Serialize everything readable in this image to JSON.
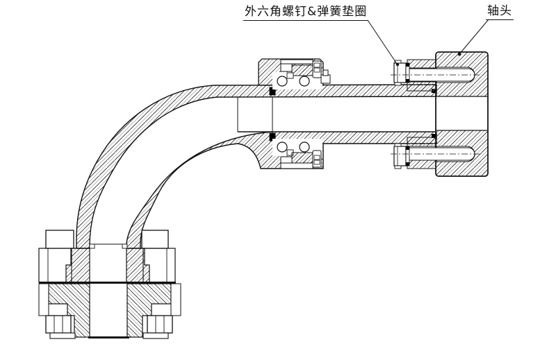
{
  "page": {
    "background": "#ffffff"
  },
  "drawing": {
    "type": "engineering_section_drawing",
    "labels": {
      "screw_washer": {
        "text": "外六角螺钉&弹簧垫圈"
      },
      "shaft_head": {
        "text": "轴头"
      }
    },
    "colors": {
      "line": "#111111",
      "hatch_primary": "#222222",
      "hatch_secondary": "#999999",
      "seal_fill": "#000000",
      "background": "#ffffff"
    }
  }
}
